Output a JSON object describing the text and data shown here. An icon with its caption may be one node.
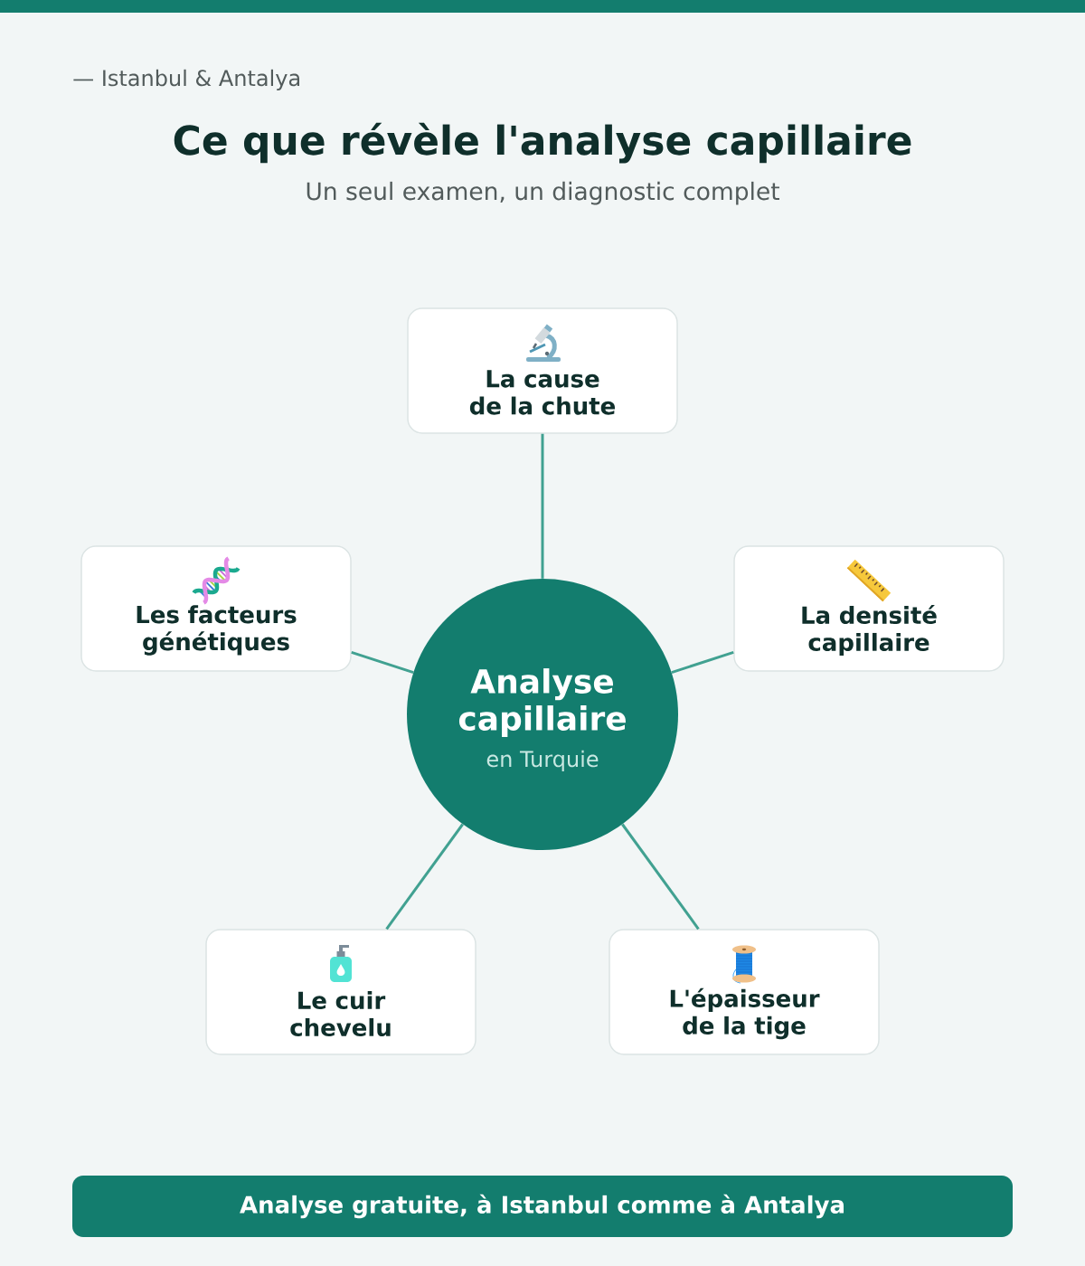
{
  "diagram": {
    "title": "Ce que révèle l'analyse capillaire",
    "nodes": [
      {
        "text": [],
        "shape": "bar"
      },
      {
        "text": [
          "Analyse capillaire",
          "en Turquie"
        ]
      },
      {
        "text": [
          "La cause de la chute"
        ]
      },
      {
        "text": [
          "Les facteurs génétiques"
        ]
      },
      {
        "text": [
          "La densité capillaire"
        ]
      },
      {
        "text": [
          "Le cuir chevelu"
        ]
      },
      {
        "text": [
          "L'épaisseur de la tige"
        ]
      },
      {
        "text": [
          "Analyse gratuite, à Istanbul comme à Antalya"
        ]
      }
    ],
    "edges": [
      {
        "from": 1,
        "to": 2,
        "arrow": "none"
      },
      {
        "from": 1,
        "to": 3,
        "arrow": "none"
      },
      {
        "from": 1,
        "to": 4,
        "arrow": "none"
      },
      {
        "from": 1,
        "to": 5,
        "arrow": "none"
      },
      {
        "from": 1,
        "to": 6,
        "arrow": "none"
      }
    ],
    "labels": [
      "— Istanbul & Antalya",
      "Un seul examen, un diagnostic complet"
    ]
  }
}
